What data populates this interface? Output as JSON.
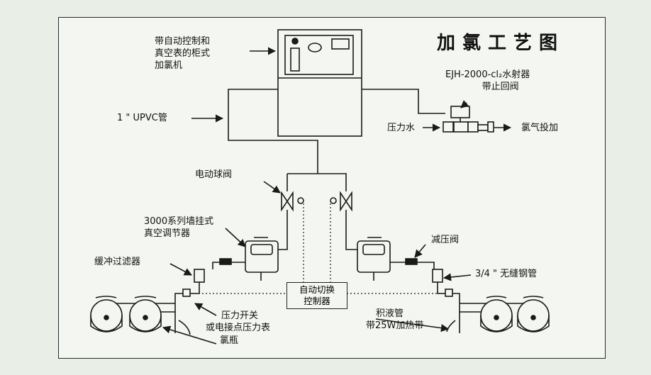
{
  "title": "加氯工艺图",
  "labels": {
    "chlorinator_cabinet": [
      "带自动控制和",
      "真空表的柜式",
      "加氯机"
    ],
    "ejector": [
      "EJH-2000-cl₂水射器",
      "带止回阀"
    ],
    "upvc_pipe": "1 \" UPVC管",
    "pressure_water": "压力水",
    "chlorine_dosing": "氯气投加",
    "motorized_valve": "电动球阀",
    "vacuum_regulator": [
      "3000系列墙挂式",
      "真空调节器"
    ],
    "pressure_reducer": "减压阀",
    "buffer_filter": "缓冲过滤器",
    "seamless_pipe": "3/4 \" 无缝钢管",
    "auto_switch": [
      "自动切换",
      "控制器"
    ],
    "pressure_switch": [
      "压力开关",
      "或电接点压力表"
    ],
    "cylinder": "氯瓶",
    "liquid_trap": [
      "积液管",
      "带25W加热带"
    ]
  },
  "colors": {
    "line": "#1a1a1a",
    "paper": "#f4f7f1",
    "background": "#e9efe7"
  }
}
